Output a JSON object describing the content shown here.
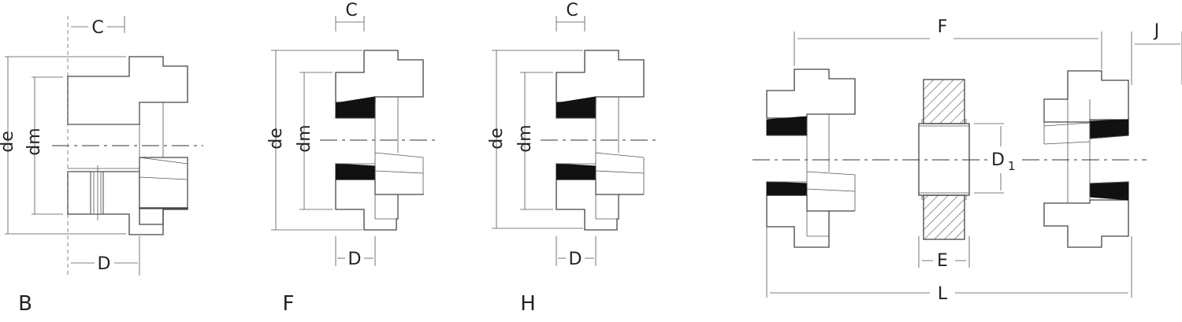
{
  "labels": {
    "c": "C",
    "d": "D",
    "de": "de",
    "dm": "dm",
    "f": "F",
    "j": "J",
    "e": "E",
    "l": "L",
    "d1_base": "D",
    "d1_sub": "1"
  },
  "variants": [
    "B",
    "F",
    "H"
  ]
}
